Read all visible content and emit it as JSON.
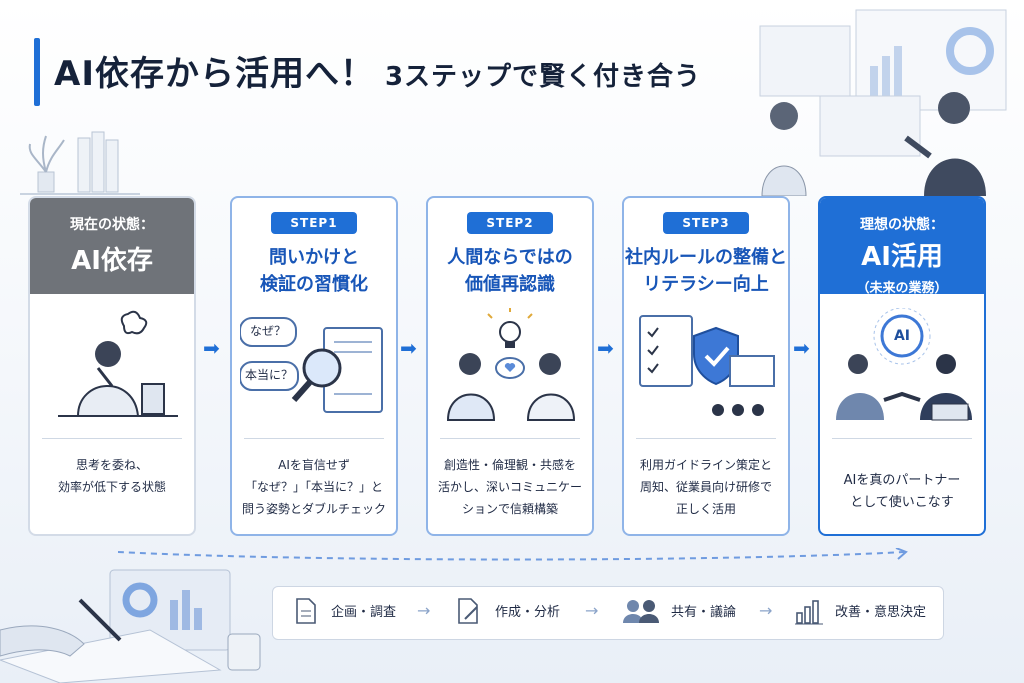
{
  "title": {
    "main": "AI依存から活用へ！",
    "sub": "3ステップで賢く付き合う"
  },
  "cards": [
    {
      "label": "現在の状態：",
      "main": "AI依存",
      "desc": "思考を委ね、\n効率が低下する状態"
    },
    {
      "badge": "STEP1",
      "title": "問いかけと\n検証の習慣化",
      "bubble1": "なぜ？",
      "bubble2": "本当に？",
      "desc": "AIを盲信せず\n「なぜ？」「本当に？」と\n問う姿勢とダブルチェック"
    },
    {
      "badge": "STEP2",
      "title": "人間ならではの\n価値再認識",
      "desc": "創造性・倫理観・共感を\n活かし、深いコミュニケー\nションで信頼構築"
    },
    {
      "badge": "STEP3",
      "title": "社内ルールの整備と\nリテラシー向上",
      "desc": "利用ガイドライン策定と\n周知、従業員向け研修で\n正しく活用"
    },
    {
      "label": "理想の状態：",
      "main": "AI活用",
      "sub": "（未来の業務）",
      "icon_text": "AI",
      "desc": "AIを真のパートナー\nとして使いこなす"
    }
  ],
  "flow": [
    {
      "label": "企画・調査",
      "icon": "document-icon"
    },
    {
      "label": "作成・分析",
      "icon": "edit-document-icon"
    },
    {
      "label": "共有・議論",
      "icon": "people-icon"
    },
    {
      "label": "改善・意思決定",
      "icon": "bar-chart-icon"
    }
  ],
  "colors": {
    "accent": "#1f6fd6",
    "gray": "#6f7379",
    "dark": "#15223a"
  }
}
